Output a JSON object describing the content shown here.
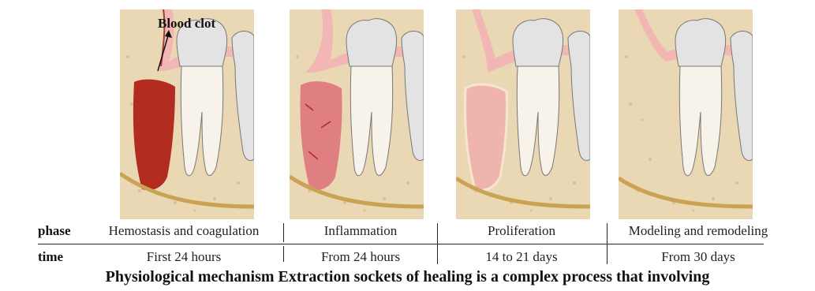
{
  "annotation": {
    "blood_clot": "Blood clot"
  },
  "labels": {
    "phase": "phase",
    "time": "time"
  },
  "stages": [
    {
      "phase": "Hemostasis and coagulation",
      "time": "First 24 hours"
    },
    {
      "phase": "Inflammation",
      "time": "From 24 hours"
    },
    {
      "phase": "Proliferation",
      "time": "14 to 21 days"
    },
    {
      "phase": "Modeling and remodeling",
      "time": "From 30 days"
    }
  ],
  "caption": "Physiological mechanism Extraction sockets of healing is a complex process that involving",
  "colors": {
    "bone": "#ead7b4",
    "gum": "#f2b7b4",
    "tooth": "#f7f3ea",
    "crown": "#e3e3e3",
    "nerve": "#c9a253",
    "clot": "#b32c20",
    "inflamed": "#e07f82",
    "proliferating": "#efb5ad"
  }
}
